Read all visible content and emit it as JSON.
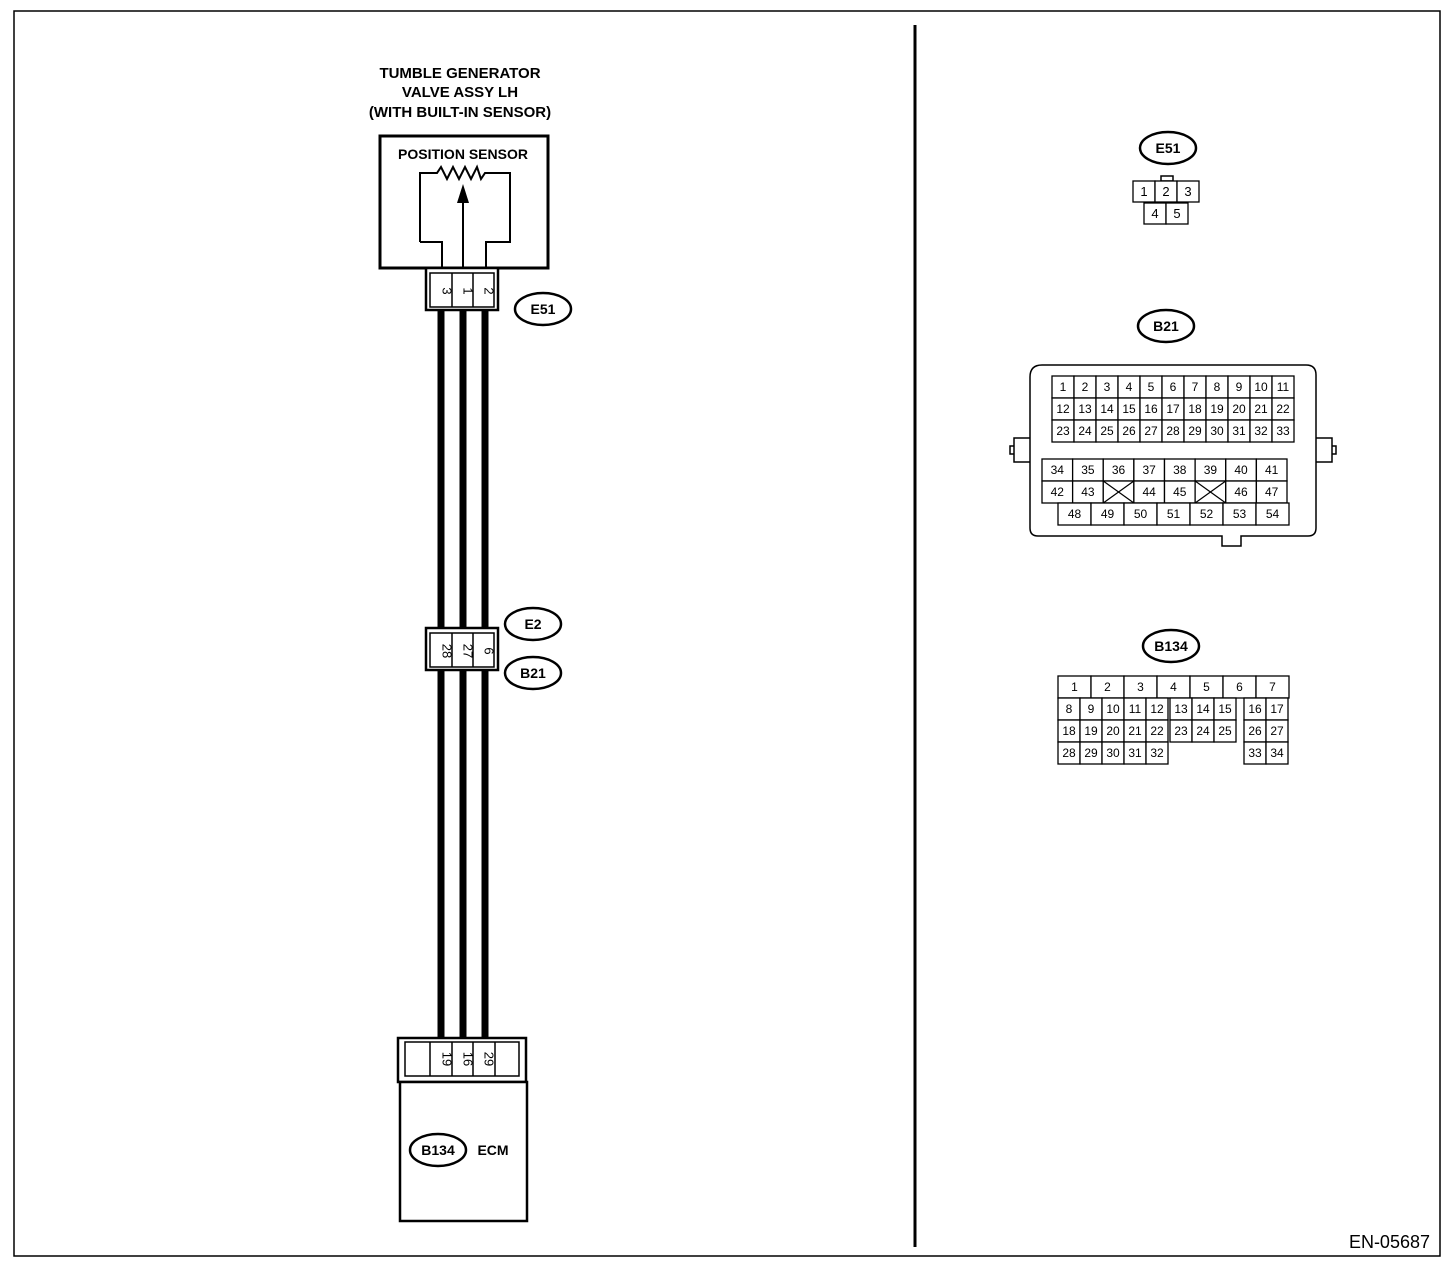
{
  "component": {
    "title": [
      "TUMBLE GENERATOR",
      "VALVE ASSY LH",
      "(WITH BUILT-IN SENSOR)"
    ],
    "sensor_label": "POSITION SENSOR"
  },
  "connectors": {
    "E51": {
      "id": "E51",
      "wire_pins": [
        "3",
        "1",
        "2"
      ]
    },
    "E2": {
      "id": "E2"
    },
    "B21": {
      "id": "B21",
      "wire_pins": [
        "28",
        "27",
        "6"
      ]
    },
    "B134": {
      "id": "B134",
      "wire_pins": [
        "19",
        "16",
        "29"
      ],
      "unit": "ECM"
    }
  },
  "views": {
    "E51": {
      "id": "E51",
      "top": [
        "1",
        "2",
        "3"
      ],
      "bottom": [
        "4",
        "5"
      ]
    },
    "B21": {
      "id": "B21",
      "upper_rows": [
        [
          "1",
          "2",
          "3",
          "4",
          "5",
          "6",
          "7",
          "8",
          "9",
          "10",
          "11"
        ],
        [
          "12",
          "13",
          "14",
          "15",
          "16",
          "17",
          "18",
          "19",
          "20",
          "21",
          "22"
        ],
        [
          "23",
          "24",
          "25",
          "26",
          "27",
          "28",
          "29",
          "30",
          "31",
          "32",
          "33"
        ]
      ],
      "lower_row1": [
        "34",
        "35",
        "36",
        "37",
        "38",
        "39",
        "40",
        "41"
      ],
      "lower_row2": [
        "42",
        "43",
        "",
        "44",
        "45",
        "",
        "46",
        "47"
      ],
      "lower_row3": [
        "48",
        "49",
        "50",
        "51",
        "52",
        "53",
        "54"
      ]
    },
    "B134": {
      "id": "B134",
      "row1": [
        "1",
        "2",
        "3",
        "4",
        "5",
        "6",
        "7"
      ],
      "rows": [
        [
          "8",
          "9",
          "10",
          "11",
          "12",
          "13",
          "14",
          "15",
          "16",
          "17"
        ],
        [
          "18",
          "19",
          "20",
          "21",
          "22",
          "23",
          "24",
          "25",
          "26",
          "27"
        ],
        [
          "28",
          "29",
          "30",
          "31",
          "32",
          "",
          "",
          "",
          "33",
          "34"
        ]
      ]
    }
  },
  "doc_number": "EN-05687"
}
